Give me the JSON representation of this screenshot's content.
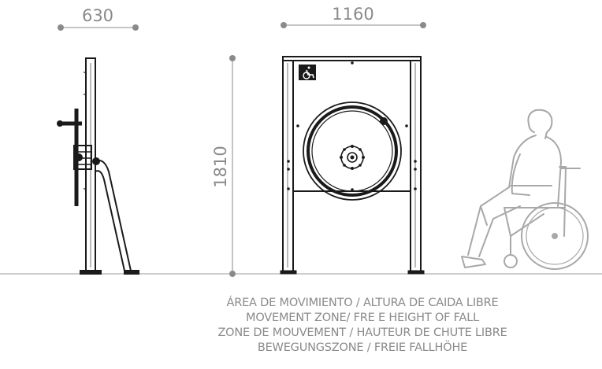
{
  "dimensions": {
    "depth": "630",
    "width": "1160",
    "height": "1810"
  },
  "caption": {
    "line_es": "ÁREA DE MOVIMIENTO / ALTURA DE CAIDA LIBRE",
    "line_en": "MOVEMENT ZONE/ FRE E HEIGHT OF  FALL",
    "line_fr": "ZONE DE MOUVEMENT / HAUTEUR DE CHUTE  LIBRE",
    "line_de": "BEWEGUNGSZONE / FREIE FALLHÖHE"
  },
  "colors": {
    "dimension": "#8a8a8a",
    "equipment": "#1a1a1a",
    "figure": "#a8a8a8"
  }
}
